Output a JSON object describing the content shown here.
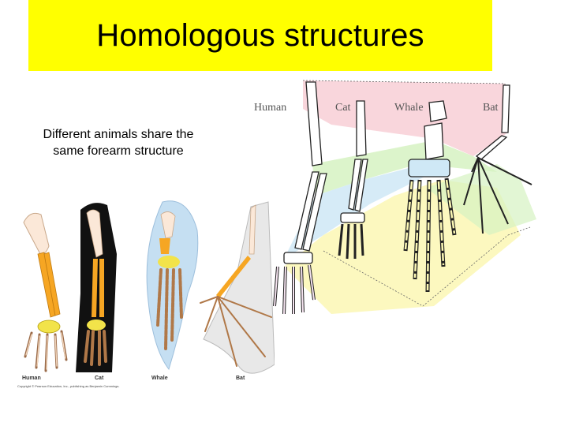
{
  "title": "Homologous structures",
  "caption": "Different animals share the same forearm structure",
  "left_figure": {
    "labels": [
      "Human",
      "Cat",
      "Whale",
      "Bat"
    ],
    "copyright": "Copyright © Pearson Education, Inc., publishing as Benjamin Cummings."
  },
  "right_figure": {
    "labels": [
      "Human",
      "Cat",
      "Whale",
      "Bat"
    ]
  },
  "colors": {
    "title_background": "#ffff00",
    "humerus": "#fbe8d8",
    "radius_ulna": "#f6a623",
    "carpals": "#f2e34a",
    "phalanges": "#c8926a",
    "upper_band": "#f8cfd6",
    "middle_band": "#d6f2c2",
    "lower_band": "#cfe8f6",
    "digit_band": "#fbf7b4"
  }
}
